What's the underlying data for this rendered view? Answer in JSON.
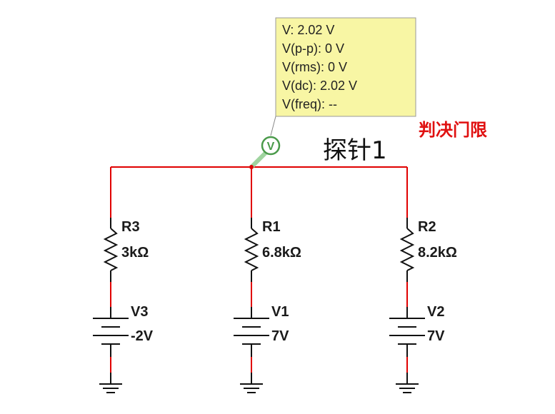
{
  "probe": {
    "readings": [
      "V: 2.02 V",
      "V(p-p): 0 V",
      "V(rms): 0 V",
      "V(dc): 2.02 V",
      "V(freq): --"
    ],
    "name": "探针1",
    "icon_letter": "V"
  },
  "annotation": "判决门限",
  "branches": [
    {
      "resistor": {
        "name": "R3",
        "value": "3kΩ"
      },
      "source": {
        "name": "V3",
        "value": "-2V"
      }
    },
    {
      "resistor": {
        "name": "R1",
        "value": "6.8kΩ"
      },
      "source": {
        "name": "V1",
        "value": "7V"
      }
    },
    {
      "resistor": {
        "name": "R2",
        "value": "8.2kΩ"
      },
      "source": {
        "name": "V2",
        "value": "7V"
      }
    }
  ],
  "colors": {
    "wire": "#e00000",
    "component": "#111111",
    "probe_box_fill": "#f8f6a4",
    "probe_icon": "#4a9a4a",
    "annotation": "#e01010"
  }
}
